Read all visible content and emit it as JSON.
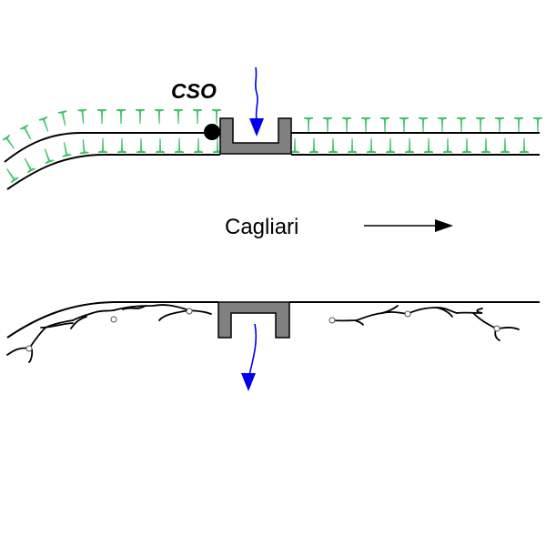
{
  "diagram": {
    "cso_label": "CSO",
    "city_label": "Cagliari",
    "colors": {
      "vegetation": "#3fc46c",
      "flow_arrow": "#0000ee",
      "channel_fill": "#808080",
      "line": "#000000"
    },
    "top_panel": {
      "description": "Vegetated drainage channel with combined sewer overflow (CSO) discharging into channel",
      "elements": [
        "vegetated-banks",
        "cso-outfall-dot",
        "open-channel",
        "inflow-arrow"
      ]
    },
    "bottom_panel": {
      "description": "Channel with root/crack network along bank and outflow arrow (infiltration)",
      "elements": [
        "root-network-left",
        "root-network-right",
        "inverted-channel",
        "outflow-arrow"
      ]
    },
    "direction_arrow": "east"
  }
}
